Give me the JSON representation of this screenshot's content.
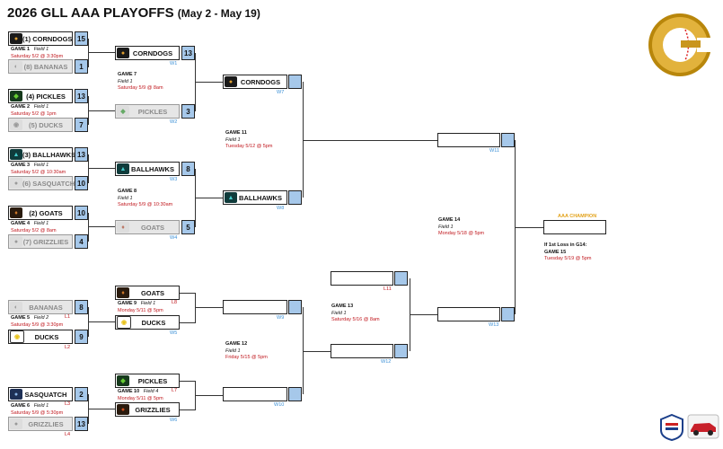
{
  "header": {
    "title": "2026 GLL AAA PLAYOFFS",
    "dates": "(May 2 - May 19)"
  },
  "teams": {
    "corndogs": "(1) CORNDOGS",
    "bananas": "(8) BANANAS",
    "pickles": "(4) PICKLES",
    "ducks": "(5) DUCKS",
    "ballhawks": "(3) BALLHAWKS",
    "sasquatch": "(6) SASQUATCH",
    "goats": "(2) GOATS",
    "grizzlies": "(7) GRIZZLIES"
  },
  "r1": {
    "g1": {
      "a": "15",
      "b": "1",
      "game": "GAME 1",
      "field": "Field 1",
      "date": "Saturday 5/2 @ 3:30pm"
    },
    "g2": {
      "a": "13",
      "b": "7",
      "game": "GAME 2",
      "field": "Field 1",
      "date": "Saturday 5/2 @ 1pm"
    },
    "g3": {
      "a": "13",
      "b": "10",
      "game": "GAME 3",
      "field": "Field 1",
      "date": "Saturday 5/2 @ 10:30am"
    },
    "g4": {
      "a": "10",
      "b": "4",
      "game": "GAME 4",
      "field": "Field 1",
      "date": "Saturday 5/2 @ 8am"
    }
  },
  "r2": {
    "corndogs": "CORNDOGS",
    "pickles": "PICKLES",
    "ballhawks": "BALLHAWKS",
    "goats": "GOATS",
    "g7": {
      "a": "13",
      "b": "3",
      "game": "GAME 7",
      "field": "Field 1",
      "date": "Saturday 5/9 @ 8am"
    },
    "g8": {
      "a": "8",
      "b": "5",
      "game": "GAME 8",
      "field": "Field 1",
      "date": "Saturday 5/9 @ 10:30am"
    }
  },
  "semis": {
    "corndogs": "CORNDOGS",
    "ballhawks": "BALLHAWKS",
    "g11": {
      "game": "GAME 11",
      "field": "Field 1",
      "date": "Tuesday 5/12 @ 5pm"
    }
  },
  "lower": {
    "bananas": "BANANAS",
    "ducks": "DUCKS",
    "sasquatch": "SASQUATCH",
    "grizzlies": "GRIZZLIES",
    "g5": {
      "a": "8",
      "b": "9",
      "game": "GAME 5",
      "field": "Field 2",
      "date": "Saturday 5/9 @ 3:30pm"
    },
    "g6": {
      "a": "2",
      "b": "13",
      "game": "GAME 6",
      "field": "Field 1",
      "date": "Saturday 5/9 @ 5:30pm"
    }
  },
  "lower2": {
    "goats": "GOATS",
    "ducks": "DUCKS",
    "pickles": "PICKLES",
    "grizzlies": "GRIZZLIES",
    "g9": {
      "game": "GAME 9",
      "field": "Field 1",
      "date": "Monday 5/11 @ 5pm"
    },
    "g10": {
      "game": "GAME 10",
      "field": "Field 4",
      "date": "Monday 5/11 @ 5pm"
    }
  },
  "g12": {
    "game": "GAME 12",
    "field": "Field 1",
    "date": "Friday 5/15 @ 5pm"
  },
  "g13": {
    "game": "GAME 13",
    "field": "Field 1",
    "date": "Saturday 5/16 @ 8am"
  },
  "g14": {
    "game": "GAME 14",
    "field": "Field 1",
    "date": "Monday 5/18 @ 5pm"
  },
  "g15": {
    "note": "If 1st Loss in G14:",
    "game": "GAME 15",
    "date": "Tuesday 5/19 @ 5pm"
  },
  "champion_label": "AAA CHAMPION",
  "labels": {
    "W1": "W1",
    "W2": "W2",
    "W3": "W3",
    "W4": "W4",
    "W5": "W5",
    "W6": "W6",
    "W7": "W7",
    "W8": "W8",
    "W9": "W9",
    "W10": "W10",
    "W11": "W11",
    "W12": "W12",
    "W13": "W13",
    "L1": "L1",
    "L2": "L2",
    "L3": "L3",
    "L4": "L4",
    "L7": "L7",
    "L8": "L8",
    "L11": "L11"
  },
  "colors": {
    "score_fill": "#a6c8ea",
    "red": "#c0161c",
    "blue": "#3a8fd6",
    "gold": "#e3a21a"
  },
  "icons": [
    "corndog-logo-icon",
    "banana-logo-icon",
    "pickle-logo-icon",
    "duck-logo-icon",
    "ballhawk-logo-icon",
    "sasquatch-logo-icon",
    "goat-logo-icon",
    "grizzly-logo-icon",
    "gll-baseball-logo",
    "little-league-logo",
    "red-car-logo"
  ]
}
